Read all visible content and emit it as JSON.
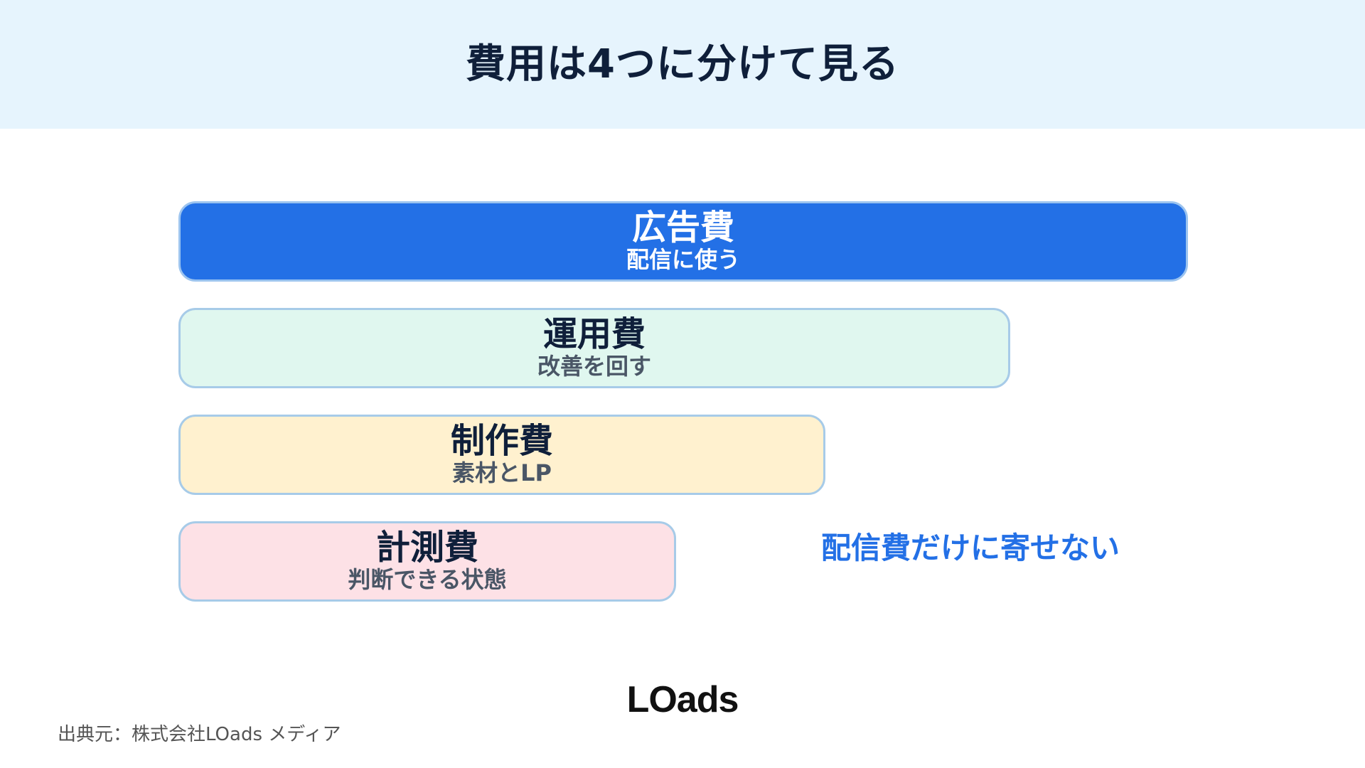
{
  "header": {
    "title": "費用は4つに分けて見る"
  },
  "bars": [
    {
      "title": "広告費",
      "subtitle": "配信に使う",
      "color": "#2370e6"
    },
    {
      "title": "運用費",
      "subtitle": "改善を回す",
      "color": "#e0f7ef"
    },
    {
      "title": "制作費",
      "subtitle": "素材とLP",
      "color": "#fff1cf"
    },
    {
      "title": "計測費",
      "subtitle": "判断できる状態",
      "color": "#fde1e6"
    }
  ],
  "note": "配信費だけに寄せない",
  "logo": "LOads",
  "source": "出典元：株式会社LOads メディア",
  "colors": {
    "accent": "#2370e6",
    "header_bg": "#e6f4fd",
    "border": "#a7cbe8",
    "text_dark": "#0f1f3a"
  }
}
